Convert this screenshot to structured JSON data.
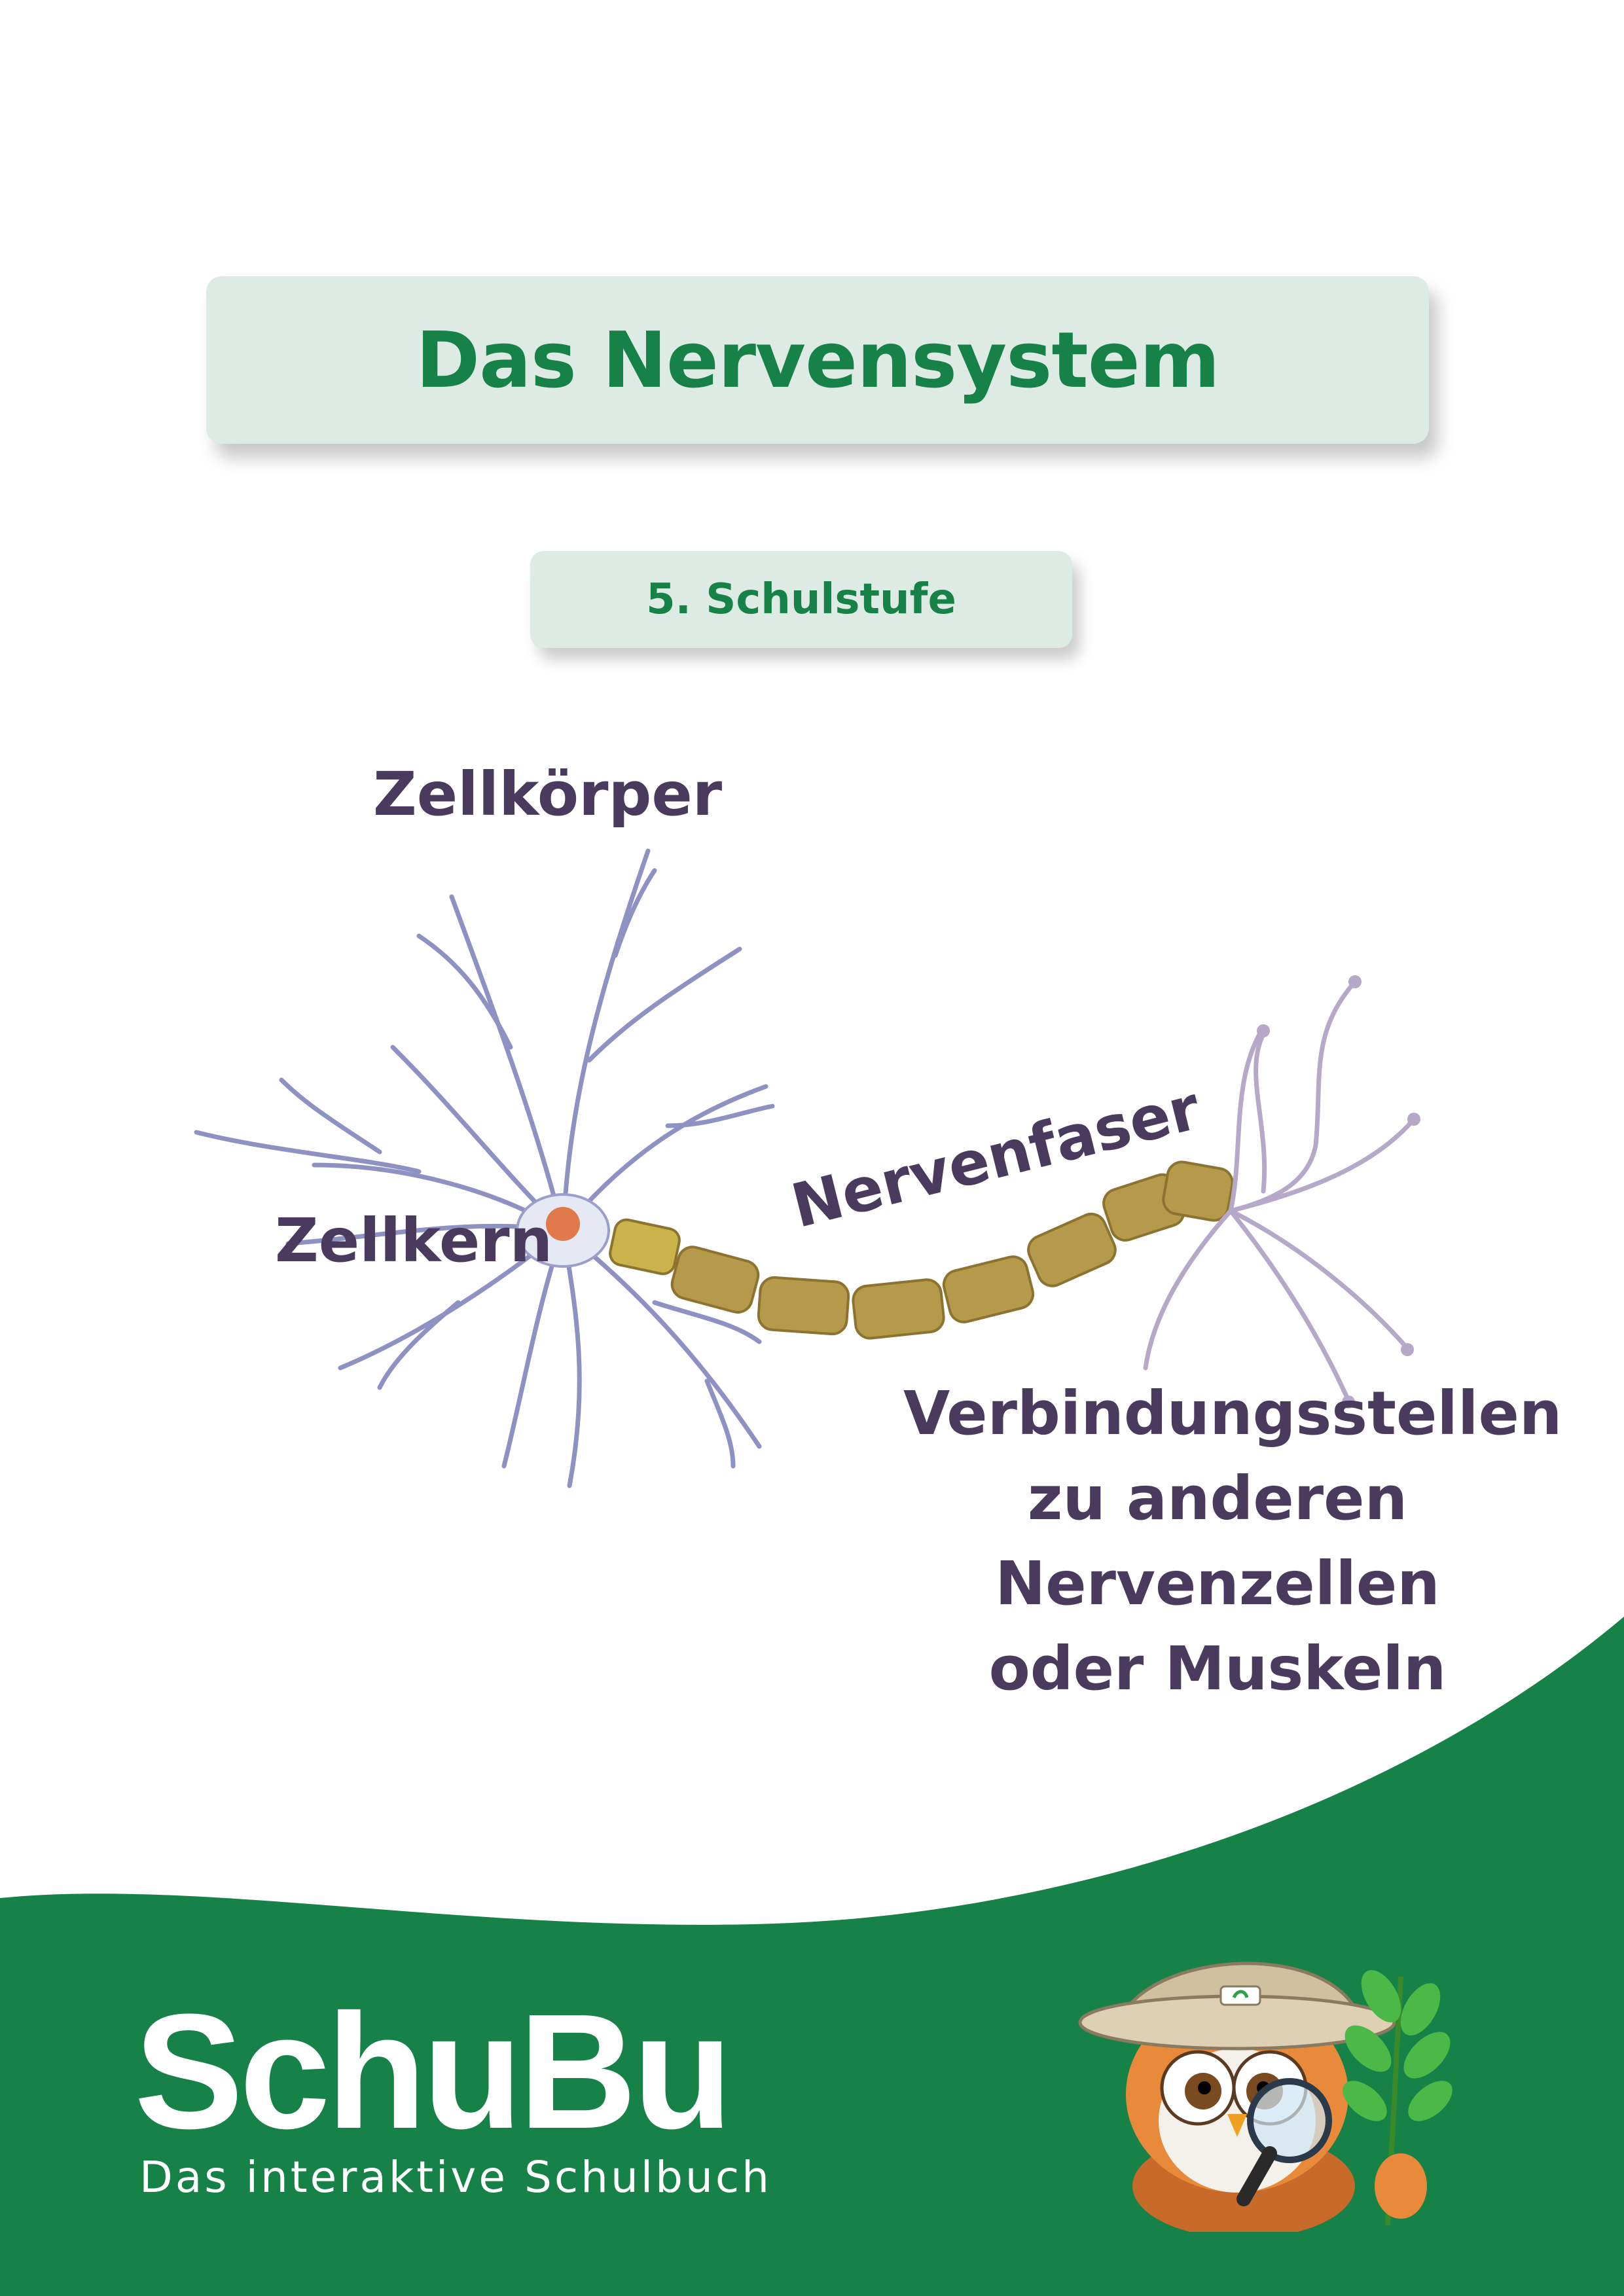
{
  "header": {
    "title": "Das Nervensystem",
    "grade": "5. Schulstufe"
  },
  "diagram": {
    "labels": {
      "cell_body": "Zellkörper",
      "nucleus": "Zellkern",
      "nerve_fiber": "Nervenfaser",
      "connections": [
        "Verbindungsstellen",
        "zu anderen",
        "Nervenzellen",
        "oder Muskeln"
      ]
    }
  },
  "footer": {
    "logo_text": "SchuBu",
    "tagline": "Das interaktive Schulbuch"
  },
  "colors": {
    "brand_green": "#168248",
    "title_box": "#deebe4",
    "label_text": "#4a3b5e",
    "dendrite": "#7a7fb8",
    "axon": "#b49a4a",
    "nucleus": "#e07a4a"
  }
}
